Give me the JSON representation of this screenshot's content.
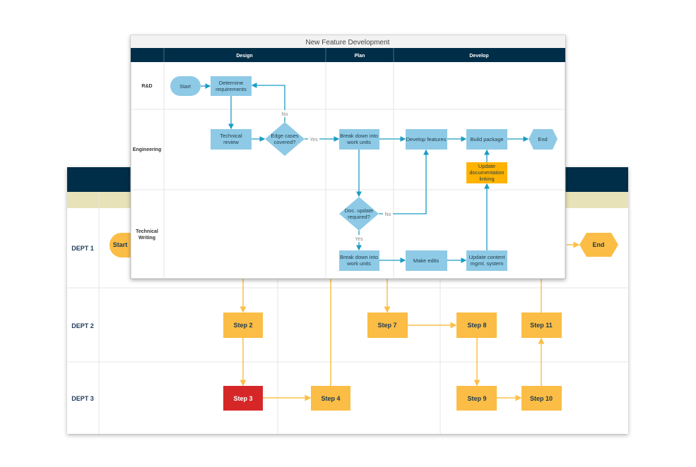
{
  "back_diagram": {
    "lanes": [
      "DEPT 1",
      "DEPT 2",
      "DEPT 3"
    ],
    "nodes": {
      "start": "Start",
      "end": "End",
      "step2": "Step 2",
      "step3": "Step 3",
      "step4": "Step 4",
      "step7": "Step 7",
      "step8": "Step 8",
      "step9": "Step 9",
      "step10": "Step 10",
      "step11": "Step 11"
    },
    "colors": {
      "header": "#002d47",
      "subheader": "#e8e2b8",
      "step": "#fbbd45",
      "highlight": "#d62728"
    }
  },
  "front_diagram": {
    "title": "New Feature Development",
    "columns": [
      "Design",
      "Plan",
      "Develop"
    ],
    "lanes": [
      "R&D",
      "Engineering",
      "Technical Writing"
    ],
    "nodes": {
      "start": "Start",
      "determine": [
        "Determine",
        "requirements"
      ],
      "tech_review": [
        "Technical",
        "review"
      ],
      "edge_cases": [
        "Edge cases",
        "covered?"
      ],
      "break_down_1": [
        "Break down into",
        "work units"
      ],
      "develop": "Develop features",
      "build": "Build package",
      "end": "End",
      "update_doc": [
        "Update",
        "documentation",
        "linking"
      ],
      "doc_update": [
        "Doc. update",
        "required?"
      ],
      "break_down_2": [
        "Break down into",
        "work units"
      ],
      "make_edits": "Make edits",
      "update_content": [
        "Update content",
        "mgmt. system"
      ]
    },
    "edge_labels": {
      "no1": "No",
      "yes1": "Yes",
      "no2": "No",
      "yes2": "Yes"
    },
    "colors": {
      "header": "#002d47",
      "process": "#8ecae6",
      "connector": "#1b9cc4",
      "highlight": "#ffb300"
    }
  }
}
